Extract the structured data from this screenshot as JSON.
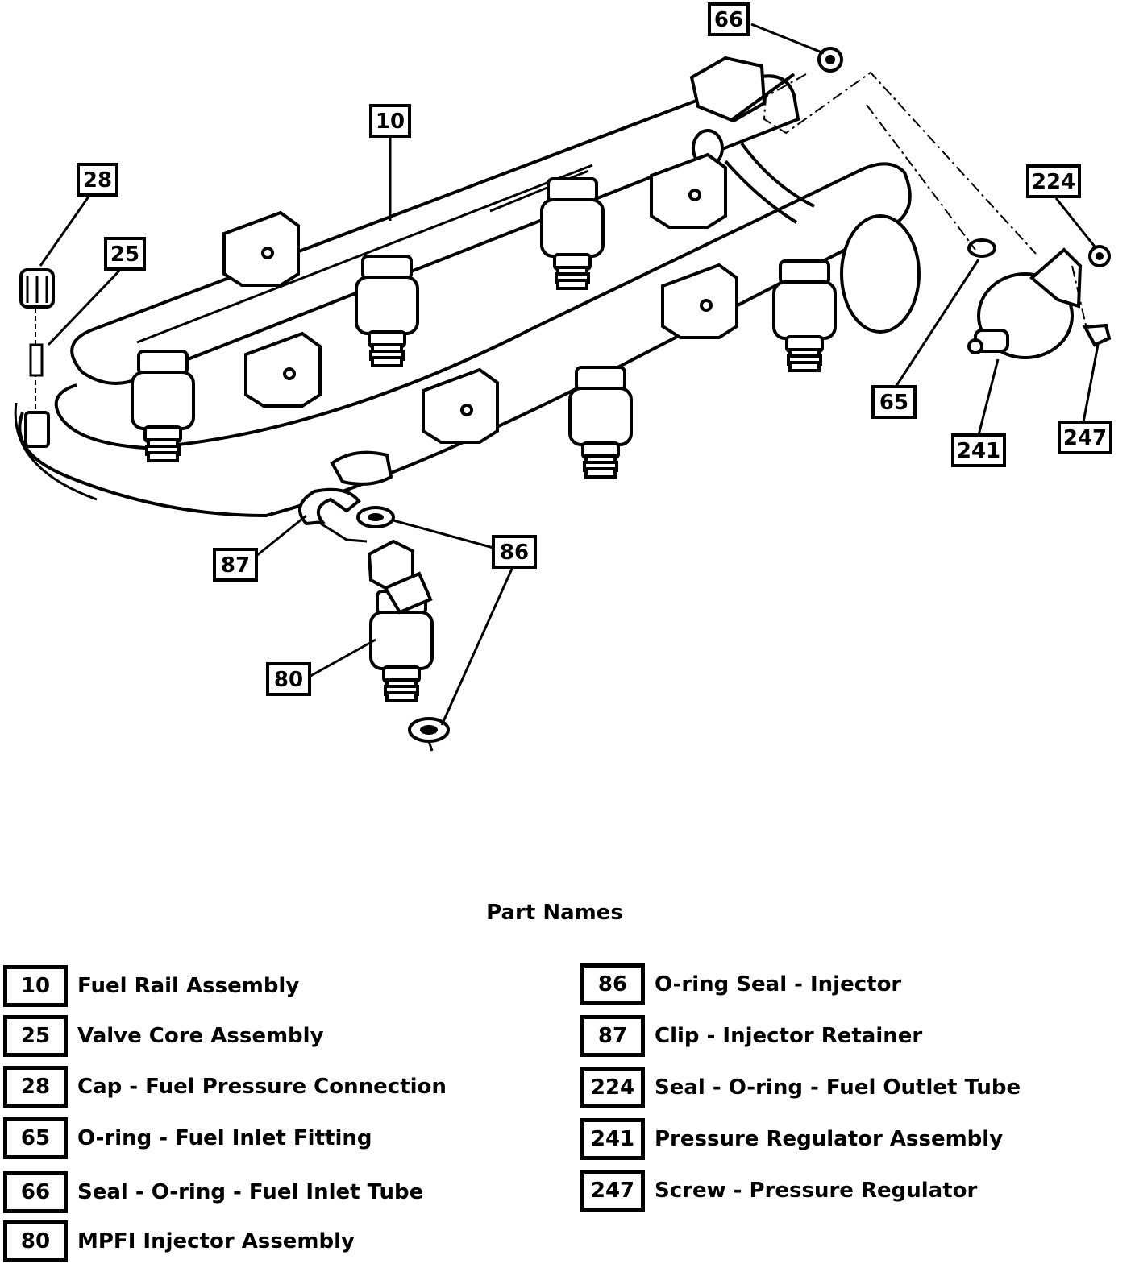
{
  "callouts": {
    "c66": "66",
    "c10": "10",
    "c28": "28",
    "c25": "25",
    "c224": "224",
    "c65": "65",
    "c241": "241",
    "c247": "247",
    "c86": "86",
    "c87": "87",
    "c80": "80"
  },
  "legend": {
    "title": "Part Names",
    "left": [
      {
        "number": "10",
        "name": "Fuel Rail Assembly"
      },
      {
        "number": "25",
        "name": "Valve Core Assembly"
      },
      {
        "number": "28",
        "name": "Cap - Fuel Pressure Connection"
      },
      {
        "number": "65",
        "name": "O-ring - Fuel Inlet Fitting"
      },
      {
        "number": "66",
        "name": "Seal - O-ring - Fuel Inlet Tube"
      },
      {
        "number": "80",
        "name": "MPFI Injector Assembly"
      }
    ],
    "right": [
      {
        "number": "86",
        "name": "O-ring Seal - Injector"
      },
      {
        "number": "87",
        "name": "Clip - Injector Retainer"
      },
      {
        "number": "224",
        "name": "Seal - O-ring - Fuel Outlet Tube"
      },
      {
        "number": "241",
        "name": "Pressure Regulator Assembly"
      },
      {
        "number": "247",
        "name": "Screw - Pressure Regulator"
      }
    ]
  }
}
